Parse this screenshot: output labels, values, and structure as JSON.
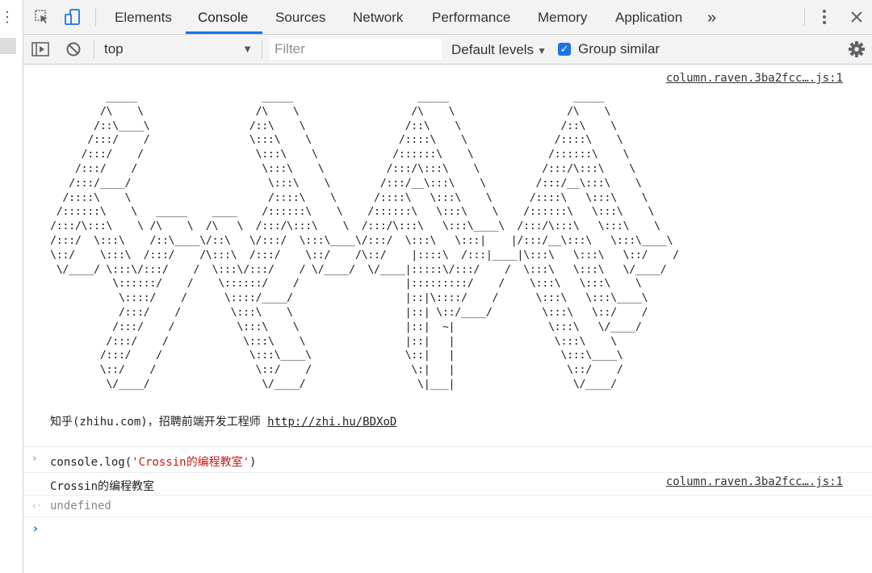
{
  "tabs": {
    "items": [
      "Elements",
      "Console",
      "Sources",
      "Network",
      "Performance",
      "Memory",
      "Application"
    ],
    "active": "Console",
    "more": "»"
  },
  "toolbar": {
    "context": "top",
    "filter_placeholder": "Filter",
    "levels": "Default levels",
    "group_similar": "Group similar",
    "group_similar_checked": true
  },
  "console": {
    "source_link": "column.raven.3ba2fcc….js:1",
    "ascii_art": "         _____                    _____                    _____                    _____\n        /\\    \\                  /\\    \\                  /\\    \\                  /\\    \\\n       /::\\____\\                /::\\    \\                /::\\    \\                /::\\    \\\n      /:::/    /                \\:::\\    \\              /::::\\    \\              /::::\\    \\\n     /:::/    /                  \\:::\\    \\            /::::::\\    \\            /::::::\\    \\\n    /:::/    /                    \\:::\\    \\          /:::/\\:::\\    \\          /:::/\\:::\\    \\\n   /:::/____/                      \\:::\\    \\        /:::/__\\:::\\    \\        /:::/__\\:::\\    \\\n  /::::\\    \\                      /::::\\    \\      /::::\\   \\:::\\    \\      /::::\\   \\:::\\    \\\n /::::::\\    \\   _____    ____    /::::::\\    \\    /::::::\\   \\:::\\    \\    /::::::\\   \\:::\\    \\\n/:::/\\:::\\    \\ /\\    \\  /\\   \\  /:::/\\:::\\    \\  /:::/\\:::\\   \\:::\\____\\  /:::/\\:::\\   \\:::\\    \\\n/:::/  \\:::\\    /::\\____\\/::\\   \\/:::/  \\:::\\____\\/:::/  \\:::\\   \\:::|    |/:::/__\\:::\\   \\:::\\____\\\n\\::/    \\:::\\  /:::/    /\\:::\\  /:::/    \\::/    /\\::/    |::::\\  /:::|____|\\:::\\   \\:::\\   \\::/    /\n \\/____/ \\:::\\/:::/    /  \\:::\\/:::/    / \\/____/  \\/____|:::::\\/:::/    /  \\:::\\   \\:::\\   \\/____/\n          \\::::::/    /    \\::::::/    /                 |:::::::::/    /    \\:::\\   \\:::\\    \\\n           \\::::/    /      \\::::/____/                  |::|\\::::/    /      \\:::\\   \\:::\\____\\\n           /:::/    /        \\:::\\    \\                  |::| \\::/____/        \\:::\\   \\::/    /\n          /:::/    /          \\:::\\    \\                 |::|  ~|               \\:::\\   \\/____/\n         /:::/    /            \\:::\\    \\                |::|   |                \\:::\\    \\\n        /:::/    /              \\:::\\____\\               \\::|   |                 \\:::\\____\\\n        \\::/    /                \\::/    /                \\:|   |                  \\::/    /\n         \\/____/                  \\/____/                  \\|___|                   \\/____/",
    "zhihu_text": "知乎(zhihu.com)，招聘前端开发工程师 ",
    "zhihu_link": "http://zhi.hu/BDXoD",
    "command_prefix": "console.log(",
    "command_string": "'Crossin的编程教室'",
    "command_suffix": ")",
    "output": "Crossin的编程教室",
    "return_value": "undefined",
    "input_prompt": "›",
    "return_arrow": "‹·",
    "cmd_arrow": "›"
  }
}
